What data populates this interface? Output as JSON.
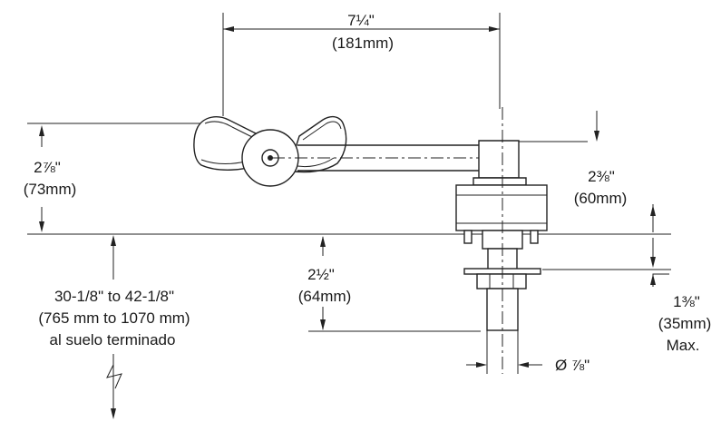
{
  "dimensions": {
    "top_width": {
      "imperial": "7¼\"",
      "metric": "(181mm)"
    },
    "left_height": {
      "imperial": "2⅞\"",
      "metric": "(73mm)"
    },
    "right_height": {
      "imperial": "2⅜\"",
      "metric": "(60mm)"
    },
    "middle_height": {
      "imperial": "2½\"",
      "metric": "(64mm)"
    },
    "floor_height": {
      "line1": "30-1/8\" to 42-1/8\"",
      "line2": "(765 mm to 1070 mm)",
      "line3": "al suelo terminado"
    },
    "max_thickness": {
      "imperial": "1⅜\"",
      "metric": "(35mm)",
      "note": "Max."
    },
    "diameter": "Ø ⅞\""
  }
}
